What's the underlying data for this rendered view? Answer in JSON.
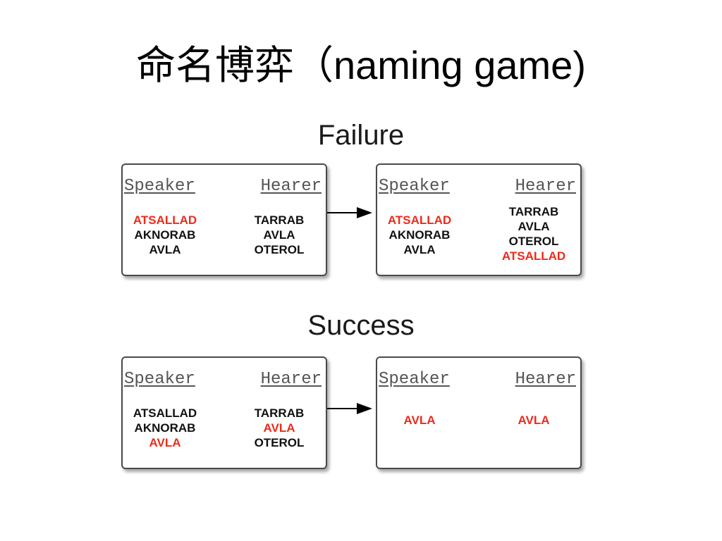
{
  "title": {
    "cjk": "命名博弈（",
    "latin": "naming game)"
  },
  "failure": {
    "heading": "Failure",
    "before": {
      "speaker_label": "Speaker",
      "hearer_label": "Hearer",
      "speaker_words": [
        "ATSALLAD",
        "AKNORAB",
        "AVLA"
      ],
      "hearer_words": [
        "TARRAB",
        "AVLA",
        "OTEROL"
      ]
    },
    "after": {
      "speaker_label": "Speaker",
      "hearer_label": "Hearer",
      "speaker_words": [
        "ATSALLAD",
        "AKNORAB",
        "AVLA"
      ],
      "hearer_words": [
        "TARRAB",
        "AVLA",
        "OTEROL",
        "ATSALLAD"
      ]
    }
  },
  "success": {
    "heading": "Success",
    "before": {
      "speaker_label": "Speaker",
      "hearer_label": "Hearer",
      "speaker_words": [
        "ATSALLAD",
        "AKNORAB",
        "AVLA"
      ],
      "hearer_words": [
        "TARRAB",
        "AVLA",
        "OTEROL"
      ]
    },
    "after": {
      "speaker_label": "Speaker",
      "hearer_label": "Hearer",
      "speaker_words": [
        "AVLA"
      ],
      "hearer_words": [
        "AVLA"
      ]
    }
  },
  "colors": {
    "highlight": "#ee2a1a",
    "text": "#111111",
    "border": "#4a4a4a"
  }
}
